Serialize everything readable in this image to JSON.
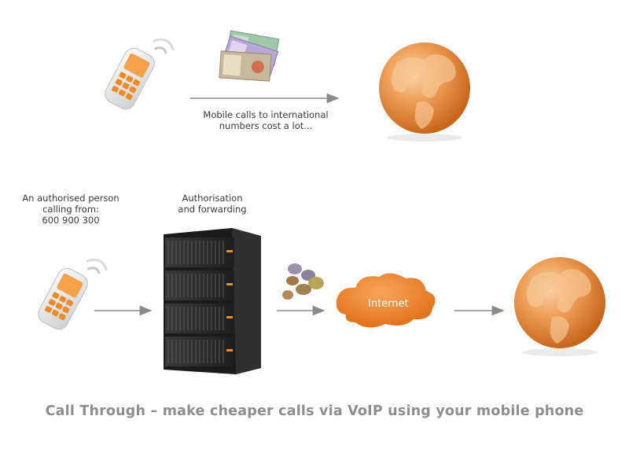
{
  "top_row": {
    "arrow_caption": "Mobile calls to international\nnumbers cost a lot..."
  },
  "bottom_row": {
    "caller_label": "An authorised person\ncalling from:\n600 900 300",
    "server_label": "Authorisation\nand forwarding",
    "cloud_label": "Internet"
  },
  "caption": "Call Through – make cheaper calls via VoIP using your mobile phone",
  "colors": {
    "orange": "#f08a24",
    "globe": "#e8954a",
    "arrow": "#8a8a8a",
    "server": "#2b2b2b",
    "caption": "#8e8e8e"
  },
  "icons": [
    "mobile-phone-icon",
    "banknotes-icon",
    "globe-icon",
    "server-rack-icon",
    "coins-icon",
    "internet-cloud-icon"
  ]
}
